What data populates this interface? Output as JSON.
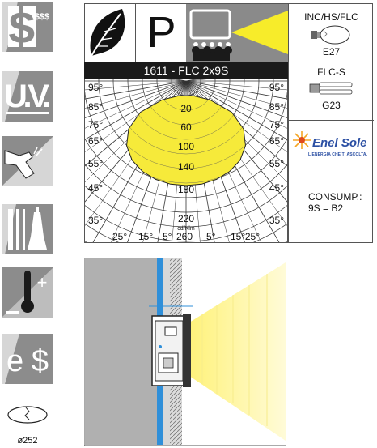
{
  "icons": [
    {
      "name": "dollar-savings-icon",
      "text": "$$$"
    },
    {
      "name": "uv-filter-icon",
      "text": "U.V."
    },
    {
      "name": "hand-shadow-icon"
    },
    {
      "name": "fixture-comparison-icon"
    },
    {
      "name": "thermometer-plus-icon",
      "text": "+"
    },
    {
      "name": "energy-saving-icon",
      "text": "e$"
    },
    {
      "name": "lamp-diameter-icon",
      "text": "ø252"
    }
  ],
  "header": {
    "leaf_icon": "leaf-icon",
    "p_label": "P",
    "projector_icon": "projector-icon"
  },
  "diagram": {
    "title": "1611 - FLC 2x9S",
    "left_angles": [
      "95°",
      "85°",
      "75°",
      "65°",
      "55°",
      "45°",
      "35°",
      "25°"
    ],
    "right_angles": [
      "95°",
      "85°",
      "75°",
      "65°",
      "55°",
      "45°",
      "35°",
      "25°"
    ],
    "bottom_angles": [
      "15°",
      "5°",
      "5°",
      "15°"
    ],
    "bottom_value": "260",
    "radial_values": [
      "20",
      "60",
      "100",
      "140",
      "180",
      "220"
    ],
    "unit": "cd/Klm",
    "colors": {
      "fill": "#f6ea3a",
      "grid": "#333333"
    }
  },
  "info": {
    "lamp_types": "INC/HS/FLC",
    "socket_1": "E27",
    "lamp_type_2": "FLC-S",
    "socket_2": "G23",
    "brand": "Enel Sole",
    "brand_tagline": "L'ENERGIA CHE TI ASCOLTA.",
    "consump_label": "CONSUMP.:",
    "consump_value": "9S = B2"
  }
}
